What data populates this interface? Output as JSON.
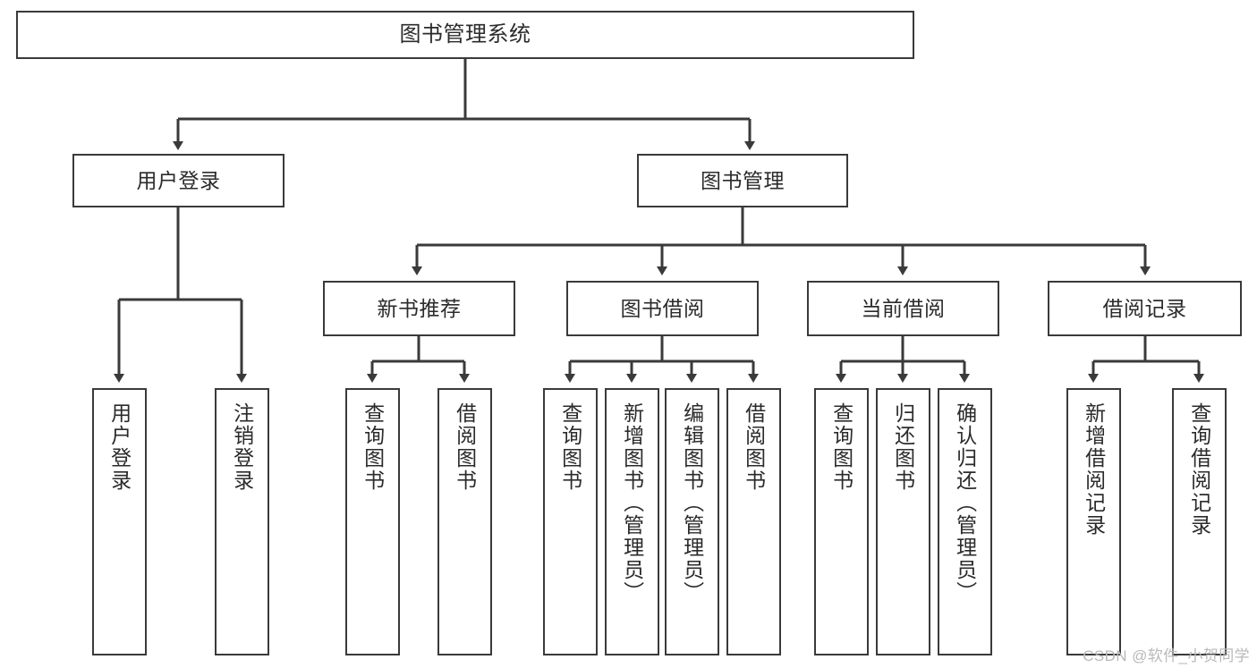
{
  "diagram": {
    "type": "tree-hierarchy-chart",
    "title": "图书管理系统",
    "watermark": "CSDN @软件_小贺同学",
    "colors": {
      "stroke": "#3a3a3a",
      "fill": "#ffffff",
      "text": "#2b2b2b",
      "watermark": "#b9b9b9"
    },
    "nodes": {
      "root": {
        "label": "图书管理系统"
      },
      "level2": [
        {
          "label": "用户登录"
        },
        {
          "label": "图书管理"
        }
      ],
      "level3": [
        {
          "label": "新书推荐"
        },
        {
          "label": "图书借阅"
        },
        {
          "label": "当前借阅"
        },
        {
          "label": "借阅记录"
        }
      ],
      "leaves": {
        "user_login": [
          {
            "label": "用户登录"
          },
          {
            "label": "注销登录"
          }
        ],
        "new_book_recommend": [
          {
            "label": "查询图书"
          },
          {
            "label": "借阅图书"
          }
        ],
        "book_borrow": [
          {
            "label": "查询图书"
          },
          {
            "label": "新增图书（管理员）"
          },
          {
            "label": "编辑图书（管理员）"
          },
          {
            "label": "借阅图书"
          }
        ],
        "current_borrow": [
          {
            "label": "查询图书"
          },
          {
            "label": "归还图书"
          },
          {
            "label": "确认归还（管理员）"
          }
        ],
        "borrow_record": [
          {
            "label": "新增借阅记录"
          },
          {
            "label": "查询借阅记录"
          }
        ]
      }
    }
  }
}
